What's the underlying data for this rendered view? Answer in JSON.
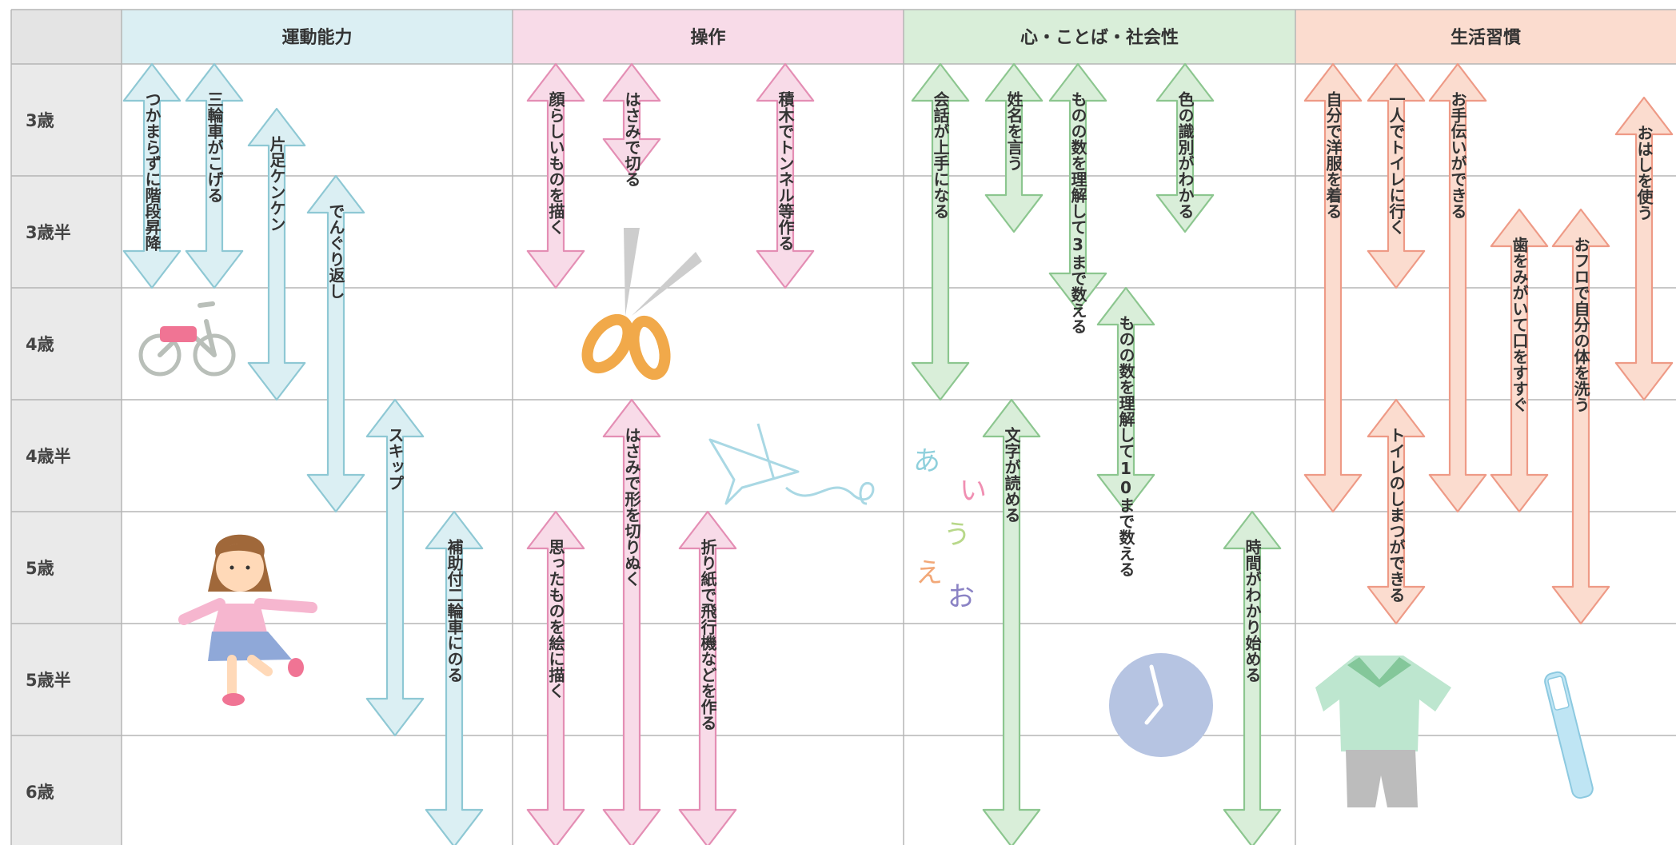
{
  "header_corner": "",
  "colors": {
    "motor": "#dbeff3",
    "motor_line": "#8ec8d4",
    "ops": "#f8dbe8",
    "ops_line": "#e48eb4",
    "mind": "#d9eed9",
    "mind_line": "#8cc68f",
    "life": "#fbdccf",
    "life_line": "#ee9a86",
    "grid": "#b5b5b5",
    "age_col": "#eaeaea"
  },
  "columns": [
    {
      "key": "motor",
      "label": "運動能力"
    },
    {
      "key": "ops",
      "label": "操作"
    },
    {
      "key": "mind",
      "label": "心・ことば・社会性"
    },
    {
      "key": "life",
      "label": "生活習慣"
    }
  ],
  "ages": [
    "3歳",
    "3歳半",
    "4歳",
    "4歳半",
    "5歳",
    "5歳半",
    "6歳"
  ],
  "milestones": [
    {
      "col": "motor",
      "label": "つかまらずに階段昇降",
      "start": 0,
      "end": 2
    },
    {
      "col": "motor",
      "label": "三輪車がこげる",
      "start": 0,
      "end": 2
    },
    {
      "col": "motor",
      "label": "片足ケンケン",
      "start": 0.4,
      "end": 3
    },
    {
      "col": "motor",
      "label": "でんぐり返し",
      "start": 1,
      "end": 4
    },
    {
      "col": "motor",
      "label": "スキップ",
      "start": 3,
      "end": 6
    },
    {
      "col": "motor",
      "label": "補助付二輪車にのる",
      "start": 4,
      "end": 7
    },
    {
      "col": "ops",
      "label": "顔らしいものを描く",
      "start": 0,
      "end": 2
    },
    {
      "col": "ops",
      "label": "はさみで切る",
      "start": 0,
      "end": 1
    },
    {
      "col": "ops",
      "label": "積木でトンネル等作る",
      "start": 0,
      "end": 2
    },
    {
      "col": "ops",
      "label": "思ったものを絵に描く",
      "start": 4,
      "end": 7
    },
    {
      "col": "ops",
      "label": "はさみで形を切りぬく",
      "start": 3,
      "end": 7
    },
    {
      "col": "ops",
      "label": "折り紙で飛行機などを作る",
      "start": 4,
      "end": 7
    },
    {
      "col": "mind",
      "label": "会話が上手になる",
      "start": 0,
      "end": 3
    },
    {
      "col": "mind",
      "label": "姓名を言う",
      "start": 0,
      "end": 1.5
    },
    {
      "col": "mind",
      "label": "ものの数を理解して3まで数える",
      "start": 0,
      "end": 2.2
    },
    {
      "col": "mind",
      "label": "色の識別がわかる",
      "start": 0,
      "end": 1.5
    },
    {
      "col": "mind",
      "label": "ものの数を理解して10まで数える",
      "start": 2,
      "end": 4
    },
    {
      "col": "mind",
      "label": "文字が読める",
      "start": 3,
      "end": 7
    },
    {
      "col": "mind",
      "label": "時間がわかり始める",
      "start": 4,
      "end": 7
    },
    {
      "col": "life",
      "label": "自分で洋服を着る",
      "start": 0,
      "end": 4
    },
    {
      "col": "life",
      "label": "一人でトイレに行く",
      "start": 0,
      "end": 2
    },
    {
      "col": "life",
      "label": "お手伝いができる",
      "start": 0,
      "end": 4
    },
    {
      "col": "life",
      "label": "おはしを使う",
      "start": 0.3,
      "end": 3
    },
    {
      "col": "life",
      "label": "歯をみがいて口をすすぐ",
      "start": 1.3,
      "end": 4
    },
    {
      "col": "life",
      "label": "おフロで自分の体を洗う",
      "start": 1.3,
      "end": 5
    },
    {
      "col": "life",
      "label": "トイレのしまつができる",
      "start": 3,
      "end": 5
    }
  ],
  "illustrations": [
    {
      "name": "balance-bike-illustration",
      "icon": "balance-bike"
    },
    {
      "name": "scissors-illustration",
      "icon": "scissors"
    },
    {
      "name": "paper-airplane-illustration",
      "icon": "paper-airplane"
    },
    {
      "name": "hiragana-illustration",
      "icon": "hiragana",
      "chars": [
        "あ",
        "い",
        "う",
        "え",
        "お"
      ]
    },
    {
      "name": "child-illustration",
      "icon": "child"
    },
    {
      "name": "clock-illustration",
      "icon": "clock"
    },
    {
      "name": "shirt-pants-illustration",
      "icon": "clothes"
    },
    {
      "name": "toothbrush-illustration",
      "icon": "toothbrush"
    }
  ]
}
